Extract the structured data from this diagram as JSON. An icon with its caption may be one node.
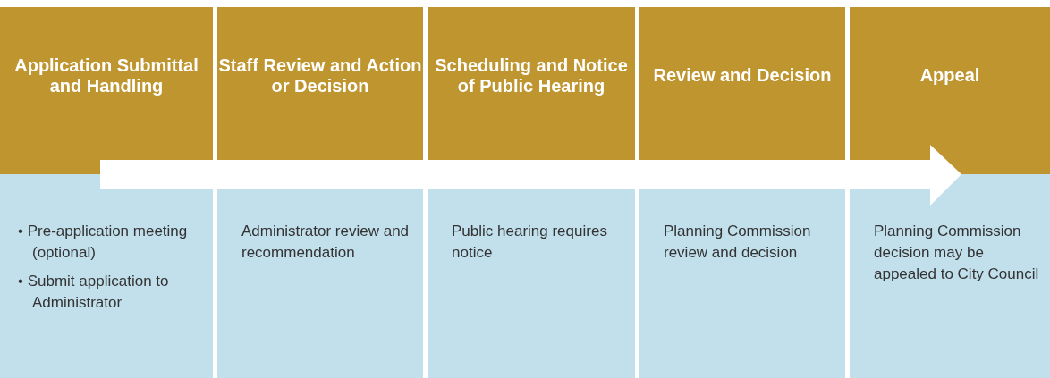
{
  "diagram": {
    "nodes": [
      {
        "text": [
          "Application Submittal and Handling"
        ]
      },
      {
        "text": [
          "Staff Review and Action or Decision"
        ]
      },
      {
        "text": [
          "Scheduling and Notice of Public Hearing"
        ]
      },
      {
        "text": [
          "Review and Decision"
        ]
      },
      {
        "text": [
          "Appeal"
        ]
      },
      {
        "text": [
          "• Pre-application meeting (optional)",
          "• Submit application to Administrator"
        ]
      },
      {
        "text": [
          "Administrator review and recommendation"
        ]
      },
      {
        "text": [
          "Public hearing requires notice"
        ]
      },
      {
        "text": [
          "Planning Commission review and decision"
        ]
      },
      {
        "text": [
          "Planning Commission decision may be appealed to City Council"
        ]
      }
    ],
    "edges": []
  }
}
